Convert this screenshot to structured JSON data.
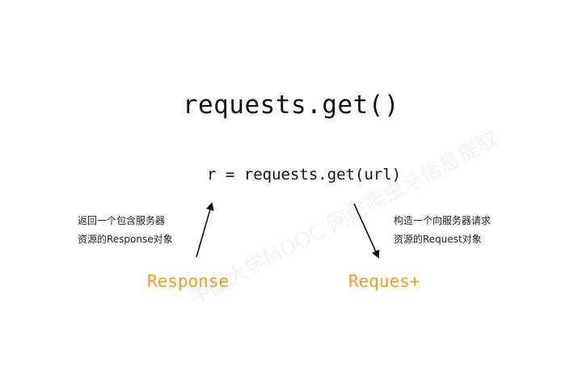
{
  "title": "requests.get()",
  "code_line": "r = requests.get(url)",
  "left_note": {
    "line1": "返回一个包含服务器",
    "line2": "资源的Response对象"
  },
  "right_note": {
    "line1": "构造一个向服务器请求",
    "line2": "资源的Request对象"
  },
  "response_label": "Response",
  "request_label": "Reques+",
  "watermark_text": "中国大学MOOC 网络爬虫与信息提取",
  "colors": {
    "text": "#111111",
    "accent_orange": "#f29a24",
    "background": "#ffffff"
  }
}
